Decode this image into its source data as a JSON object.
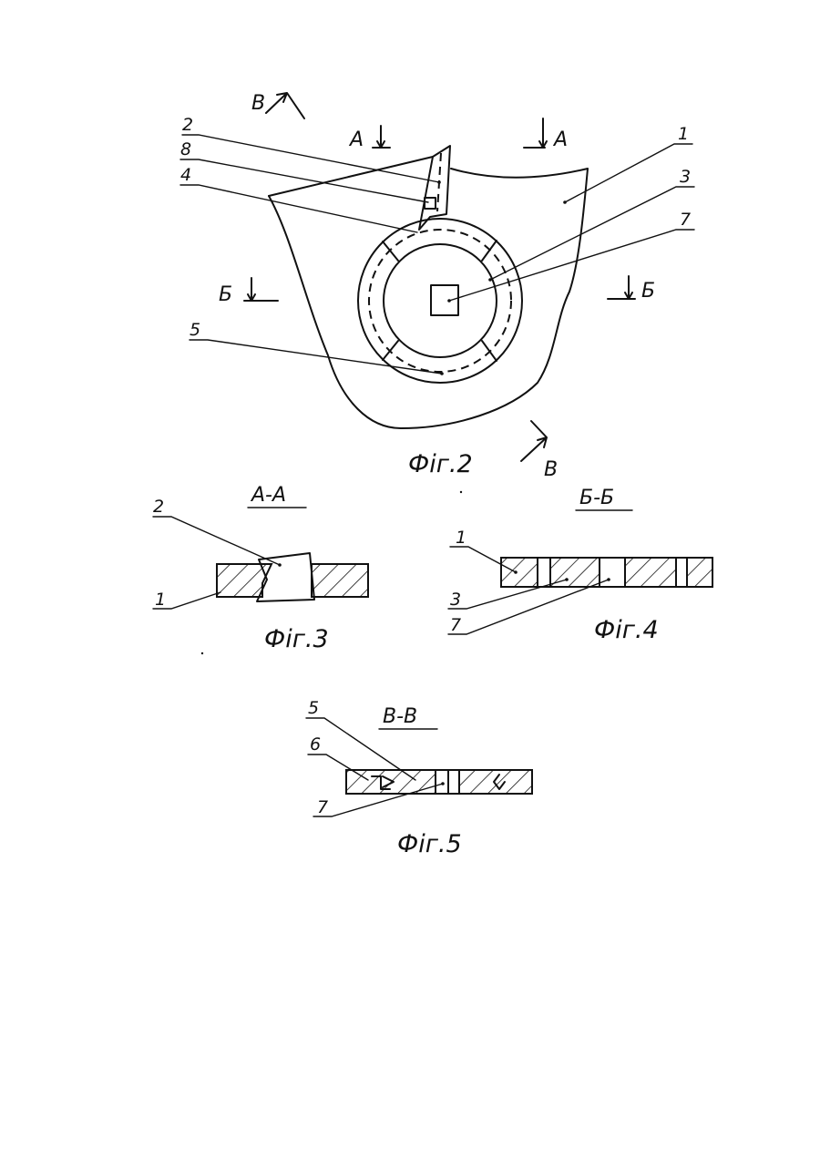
{
  "fig2": {
    "caption": "Фiг.2",
    "section_marks": {
      "a": "А",
      "b": "Б",
      "v": "В"
    },
    "callouts": [
      "2",
      "8",
      "4",
      "5",
      "1",
      "3",
      "7"
    ]
  },
  "fig3": {
    "title": "А-А",
    "caption": "Фiг.3",
    "callouts": [
      "2",
      "1"
    ]
  },
  "fig4": {
    "title": "Б-Б",
    "caption": "Фiг.4",
    "callouts": [
      "1",
      "3",
      "7"
    ]
  },
  "fig5": {
    "title": "В-В",
    "caption": "Фiг.5",
    "callouts": [
      "5",
      "6",
      "7"
    ]
  }
}
